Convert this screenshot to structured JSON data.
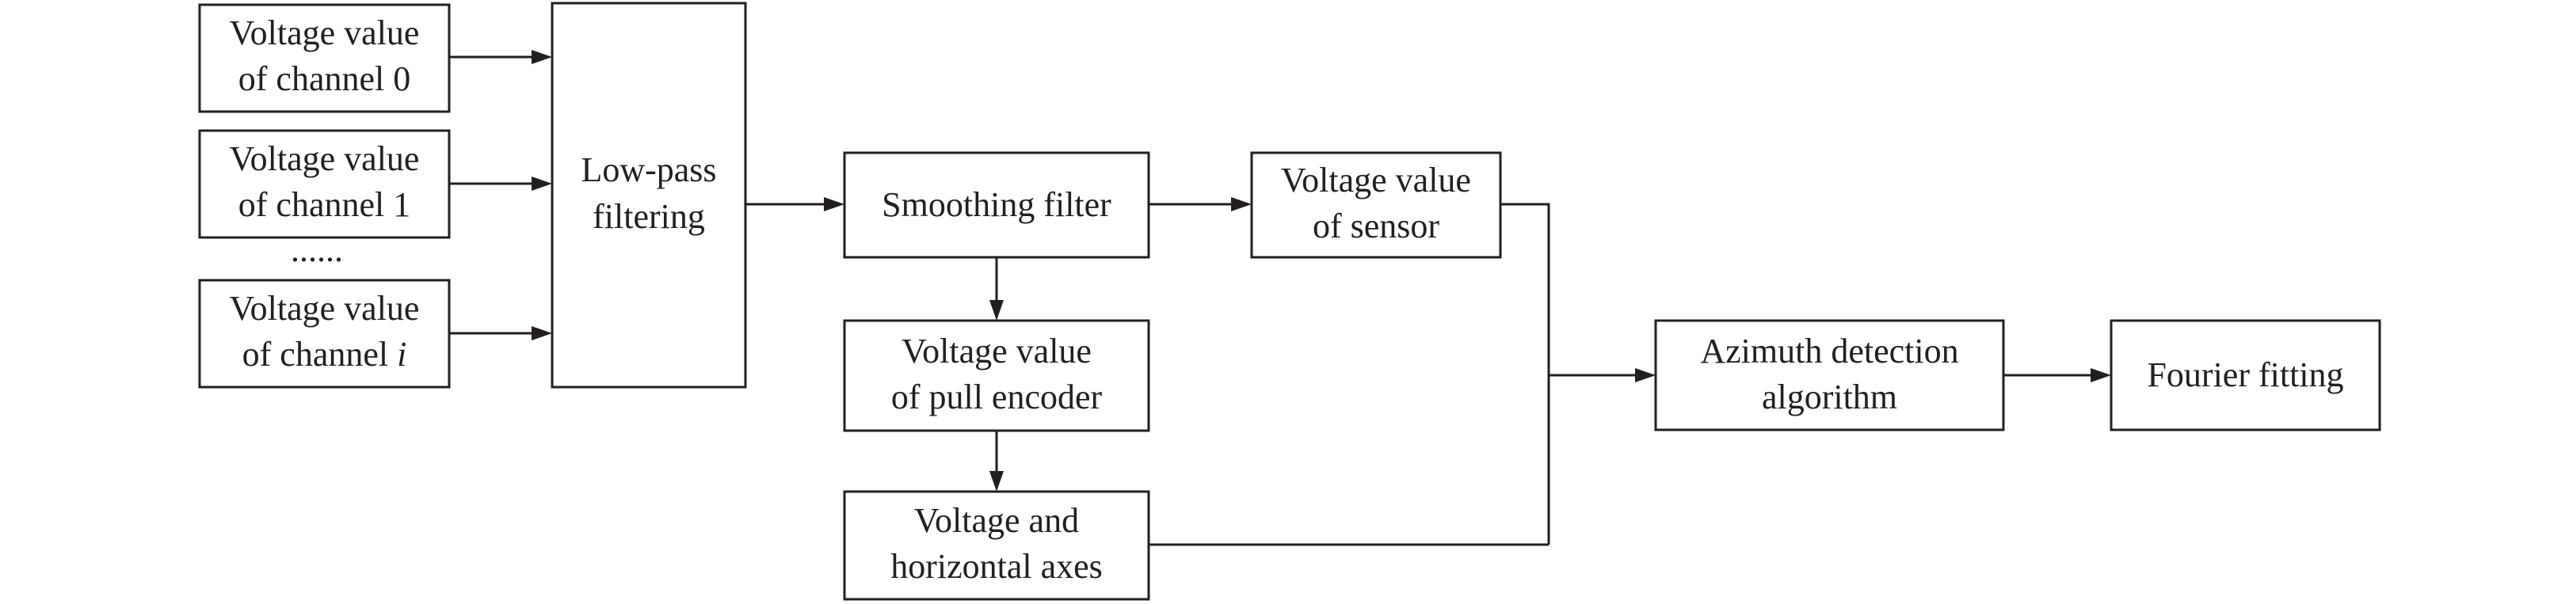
{
  "diagram": {
    "inputs": {
      "ch0": {
        "line1": "Voltage value",
        "line2": "of channel 0"
      },
      "ch1": {
        "line1": "Voltage value",
        "line2": "of channel 1"
      },
      "ellipsis": "......",
      "chi": {
        "line1": "Voltage value",
        "line2_prefix": "of channel ",
        "line2_var": "i"
      }
    },
    "lowpass": {
      "line1": "Low-pass",
      "line2": "filtering"
    },
    "smoothing": {
      "label": "Smoothing filter"
    },
    "sensor": {
      "line1": "Voltage value",
      "line2": "of sensor"
    },
    "pull_encoder": {
      "line1": "Voltage value",
      "line2": "of pull encoder"
    },
    "axes": {
      "line1": "Voltage and",
      "line2": "horizontal axes"
    },
    "azimuth": {
      "line1": "Azimuth detection",
      "line2": "algorithm"
    },
    "fourier": {
      "label": "Fourier fitting"
    }
  }
}
